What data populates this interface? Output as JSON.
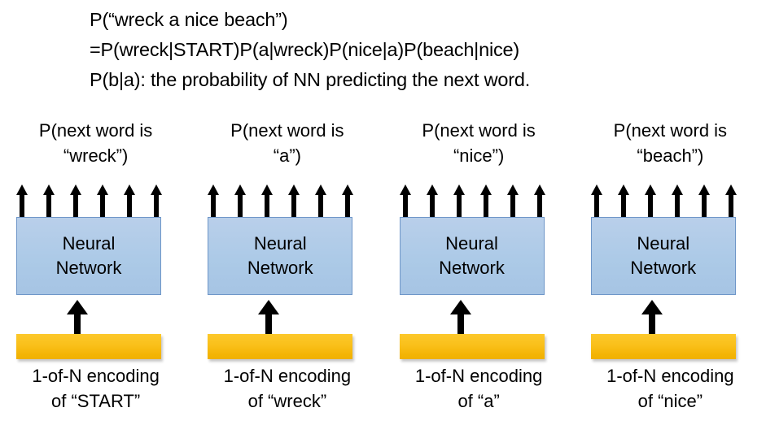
{
  "header": {
    "lines": [
      "P(“wreck a nice beach”)",
      "=P(wreck|START)P(a|wreck)P(nice|a)P(beach|nice)",
      "P(b|a): the probability of NN predicting the next word."
    ]
  },
  "colors": {
    "nn_box_fill": "#accae7",
    "nn_box_border": "#6e96c8",
    "encoding_bar_fill": "#fac01a",
    "arrow": "#000000",
    "text": "#000000",
    "background": "#ffffff"
  },
  "block_labels": {
    "nn_line1": "Neural",
    "nn_line2": "Network"
  },
  "columns": [
    {
      "prob_line1": "P(next word is",
      "prob_line2": "“wreck”)",
      "nn_line1": "Neural",
      "nn_line2": "Network",
      "enc_line1": "1-of-N encoding",
      "enc_line2": "of “START”",
      "output_arrow_count": 6
    },
    {
      "prob_line1": "P(next word is",
      "prob_line2": "“a”)",
      "nn_line1": "Neural",
      "nn_line2": "Network",
      "enc_line1": "1-of-N encoding",
      "enc_line2": "of “wreck”",
      "output_arrow_count": 6
    },
    {
      "prob_line1": "P(next word is",
      "prob_line2": "“nice”)",
      "nn_line1": "Neural",
      "nn_line2": "Network",
      "enc_line1": "1-of-N encoding",
      "enc_line2": "of “a”",
      "output_arrow_count": 6
    },
    {
      "prob_line1": "P(next word is",
      "prob_line2": "“beach”)",
      "nn_line1": "Neural",
      "nn_line2": "Network",
      "enc_line1": "1-of-N encoding",
      "enc_line2": "of “nice”",
      "output_arrow_count": 6
    }
  ]
}
